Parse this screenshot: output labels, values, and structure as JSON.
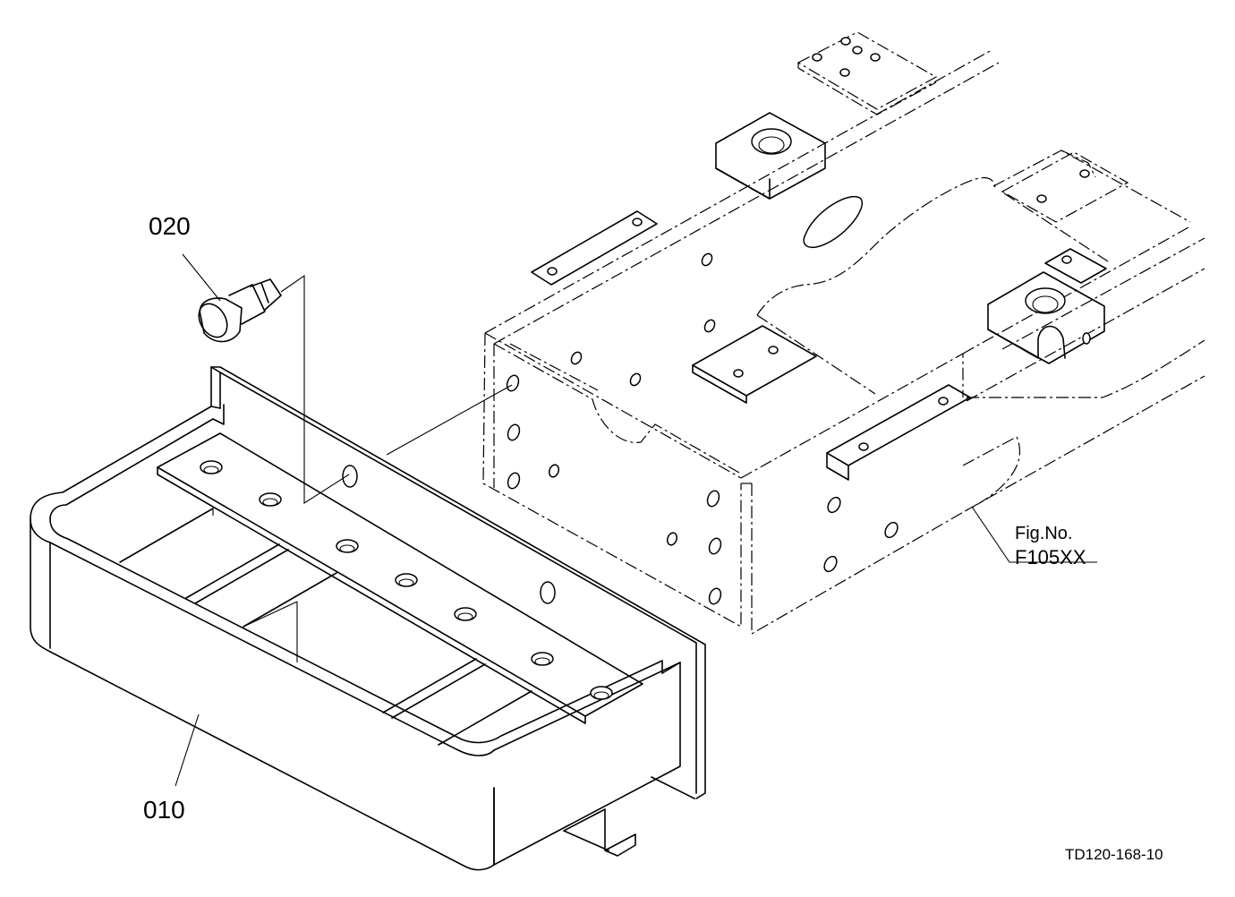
{
  "labels": {
    "part_010": "010",
    "part_020": "020",
    "fig_ref_line1": "Fig.No.",
    "fig_ref_line2": "F105XX",
    "drawing_id": "TD120-168-10"
  },
  "colors": {
    "line": "#000000",
    "background": "#ffffff"
  }
}
